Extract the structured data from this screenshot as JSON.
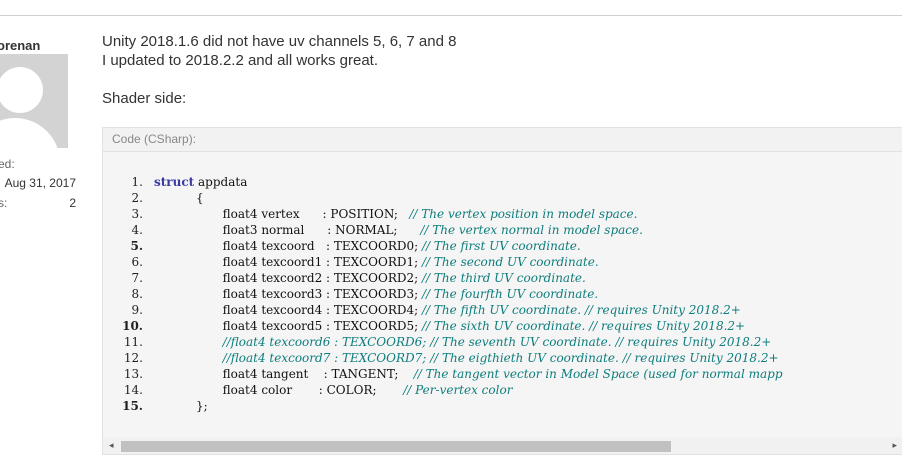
{
  "user": {
    "name": "orenan",
    "joined_label": "ed:",
    "joined_value": "Aug 31, 2017",
    "posts_label": "s:",
    "posts_value": "2"
  },
  "post": {
    "lines": [
      "Unity 2018.1.6 did not have uv channels 5, 6, 7 and 8",
      "I updated to 2018.2.2 and all works great."
    ],
    "shader_label": "Shader side:"
  },
  "code_block": {
    "header": "Code (CSharp):",
    "lines": [
      {
        "n": "1.",
        "bold": false,
        "code": "",
        "keyword": "struct",
        "rest": " appdata",
        "comment": ""
      },
      {
        "n": "2.",
        "bold": false,
        "code": "           {",
        "keyword": "",
        "rest": "",
        "comment": ""
      },
      {
        "n": "3.",
        "bold": false,
        "code": "                  float4 vertex      : POSITION;   ",
        "keyword": "",
        "rest": "",
        "comment": "// The vertex position in model space."
      },
      {
        "n": "4.",
        "bold": false,
        "code": "                  float3 normal      : NORMAL;      ",
        "keyword": "",
        "rest": "",
        "comment": "// The vertex normal in model space."
      },
      {
        "n": "5.",
        "bold": true,
        "code": "                  float4 texcoord   : TEXCOORD0; ",
        "keyword": "",
        "rest": "",
        "comment": "// The first UV coordinate."
      },
      {
        "n": "6.",
        "bold": false,
        "code": "                  float4 texcoord1 : TEXCOORD1; ",
        "keyword": "",
        "rest": "",
        "comment": "// The second UV coordinate."
      },
      {
        "n": "7.",
        "bold": false,
        "code": "                  float4 texcoord2 : TEXCOORD2; ",
        "keyword": "",
        "rest": "",
        "comment": "// The third UV coordinate."
      },
      {
        "n": "8.",
        "bold": false,
        "code": "                  float4 texcoord3 : TEXCOORD3; ",
        "keyword": "",
        "rest": "",
        "comment": "// The fourfth UV coordinate."
      },
      {
        "n": "9.",
        "bold": false,
        "code": "                  float4 texcoord4 : TEXCOORD4; ",
        "keyword": "",
        "rest": "",
        "comment": "// The fifth UV coordinate. // requires Unity 2018.2+"
      },
      {
        "n": "10.",
        "bold": true,
        "code": "                  float4 texcoord5 : TEXCOORD5; ",
        "keyword": "",
        "rest": "",
        "comment": "// The sixth UV coordinate. // requires Unity 2018.2+"
      },
      {
        "n": "11.",
        "bold": false,
        "code": "                  ",
        "keyword": "",
        "rest": "",
        "comment": "//float4 texcoord6 : TEXCOORD6; // The seventh UV coordinate. // requires Unity 2018.2+"
      },
      {
        "n": "12.",
        "bold": false,
        "code": "                  ",
        "keyword": "",
        "rest": "",
        "comment": "//float4 texcoord7 : TEXCOORD7; // The eigthieth UV coordinate. // requires Unity 2018.2+"
      },
      {
        "n": "13.",
        "bold": false,
        "code": "                  float4 tangent    : TANGENT;    ",
        "keyword": "",
        "rest": "",
        "comment": "// The tangent vector in Model Space (used for normal mapp"
      },
      {
        "n": "14.",
        "bold": false,
        "code": "                  float4 color       : COLOR;       ",
        "keyword": "",
        "rest": "",
        "comment": "// Per-vertex color"
      },
      {
        "n": "15.",
        "bold": true,
        "code": "           };",
        "keyword": "",
        "rest": "",
        "comment": ""
      }
    ]
  },
  "scrollbar": {
    "left_arrow": "◂",
    "right_arrow": "▸",
    "thumb_fraction": 0.72
  },
  "colors": {
    "keyword": "#3a3aa0",
    "comment": "#0f7d7d",
    "code_bg": "#f5f5f5"
  }
}
